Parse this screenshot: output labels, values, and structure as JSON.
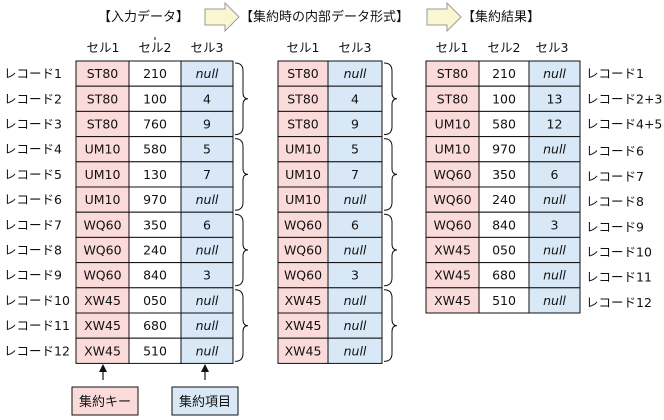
{
  "titles": {
    "input": "【入力データ】",
    "internal": "【集約時の内部データ形式】",
    "result": "【集約結果】"
  },
  "column_headers": {
    "input": [
      "セル1",
      "セル2",
      "セル3"
    ],
    "internal": [
      "セル1",
      "セル3"
    ],
    "result": [
      "セル1",
      "セル2",
      "セル3"
    ]
  },
  "input_rows": [
    {
      "label": "レコード1",
      "c1": "ST80",
      "c2": "210",
      "c3": "null"
    },
    {
      "label": "レコード2",
      "c1": "ST80",
      "c2": "100",
      "c3": "4"
    },
    {
      "label": "レコード3",
      "c1": "ST80",
      "c2": "760",
      "c3": "9"
    },
    {
      "label": "レコード4",
      "c1": "UM10",
      "c2": "580",
      "c3": "5"
    },
    {
      "label": "レコード5",
      "c1": "UM10",
      "c2": "130",
      "c3": "7"
    },
    {
      "label": "レコード6",
      "c1": "UM10",
      "c2": "970",
      "c3": "null"
    },
    {
      "label": "レコード7",
      "c1": "WQ60",
      "c2": "350",
      "c3": "6"
    },
    {
      "label": "レコード8",
      "c1": "WQ60",
      "c2": "240",
      "c3": "null"
    },
    {
      "label": "レコード9",
      "c1": "WQ60",
      "c2": "840",
      "c3": "3"
    },
    {
      "label": "レコード10",
      "c1": "XW45",
      "c2": "050",
      "c3": "null"
    },
    {
      "label": "レコード11",
      "c1": "XW45",
      "c2": "680",
      "c3": "null"
    },
    {
      "label": "レコード12",
      "c1": "XW45",
      "c2": "510",
      "c3": "null"
    }
  ],
  "internal_rows": [
    {
      "c1": "ST80",
      "c3": "null"
    },
    {
      "c1": "ST80",
      "c3": "4"
    },
    {
      "c1": "ST80",
      "c3": "9"
    },
    {
      "c1": "UM10",
      "c3": "5"
    },
    {
      "c1": "UM10",
      "c3": "7"
    },
    {
      "c1": "UM10",
      "c3": "null"
    },
    {
      "c1": "WQ60",
      "c3": "6"
    },
    {
      "c1": "WQ60",
      "c3": "null"
    },
    {
      "c1": "WQ60",
      "c3": "3"
    },
    {
      "c1": "XW45",
      "c3": "null"
    },
    {
      "c1": "XW45",
      "c3": "null"
    },
    {
      "c1": "XW45",
      "c3": "null"
    }
  ],
  "result_rows": [
    {
      "label": "レコード1",
      "c1": "ST80",
      "c2": "210",
      "c3": "null"
    },
    {
      "label": "レコード2+3",
      "c1": "ST80",
      "c2": "100",
      "c3": "13"
    },
    {
      "label": "レコード4+5",
      "c1": "UM10",
      "c2": "580",
      "c3": "12"
    },
    {
      "label": "レコード6",
      "c1": "UM10",
      "c2": "970",
      "c3": "null"
    },
    {
      "label": "レコード7",
      "c1": "WQ60",
      "c2": "350",
      "c3": "6"
    },
    {
      "label": "レコード8",
      "c1": "WQ60",
      "c2": "240",
      "c3": "null"
    },
    {
      "label": "レコード9",
      "c1": "WQ60",
      "c2": "840",
      "c3": "3"
    },
    {
      "label": "レコード10",
      "c1": "XW45",
      "c2": "050",
      "c3": "null"
    },
    {
      "label": "レコード11",
      "c1": "XW45",
      "c2": "680",
      "c3": "null"
    },
    {
      "label": "レコード12",
      "c1": "XW45",
      "c2": "510",
      "c3": "null"
    }
  ],
  "legend": {
    "key": "集約キー",
    "item": "集約項目"
  },
  "colors": {
    "key_fill": "#fbdada",
    "item_fill": "#d9e8f7",
    "plain_fill": "#ffffff",
    "border": "#111111",
    "arrow_fill": "#fbf6d2",
    "arrow_stroke": "#9a9a9a",
    "legend_key_fill": "#fbdada",
    "legend_item_fill": "#d9e8f7"
  }
}
